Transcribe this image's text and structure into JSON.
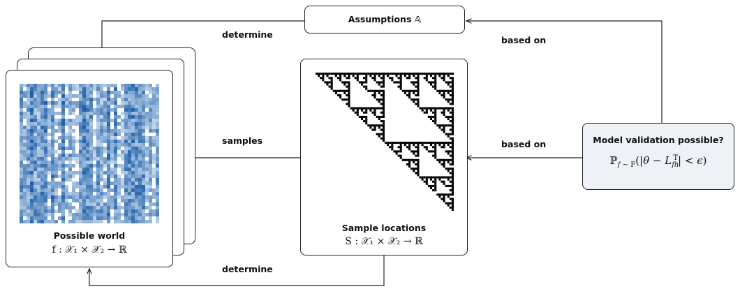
{
  "assumptions": {
    "label": "Assumptions 𝔸"
  },
  "edges": {
    "determine_top": "determine",
    "based_on_top": "based on",
    "samples": "samples",
    "based_on_right": "based on",
    "determine_bottom": "determine"
  },
  "possible_world": {
    "title": "Possible world",
    "formula": "f : 𝒳₁ × 𝒳₂ → ℝ"
  },
  "sample_locations": {
    "title": "Sample locations",
    "formula": "S : 𝒳₁ × 𝒳₂ → ℝ"
  },
  "model_validation": {
    "title": "Model validation possible?",
    "formula": "ℙ"
  },
  "colors": {
    "heatmap_dark": "#1f5fa8",
    "heatmap_light": "#dbe9f6",
    "pattern": "#000000",
    "panel_fill": "#eef1f5"
  }
}
